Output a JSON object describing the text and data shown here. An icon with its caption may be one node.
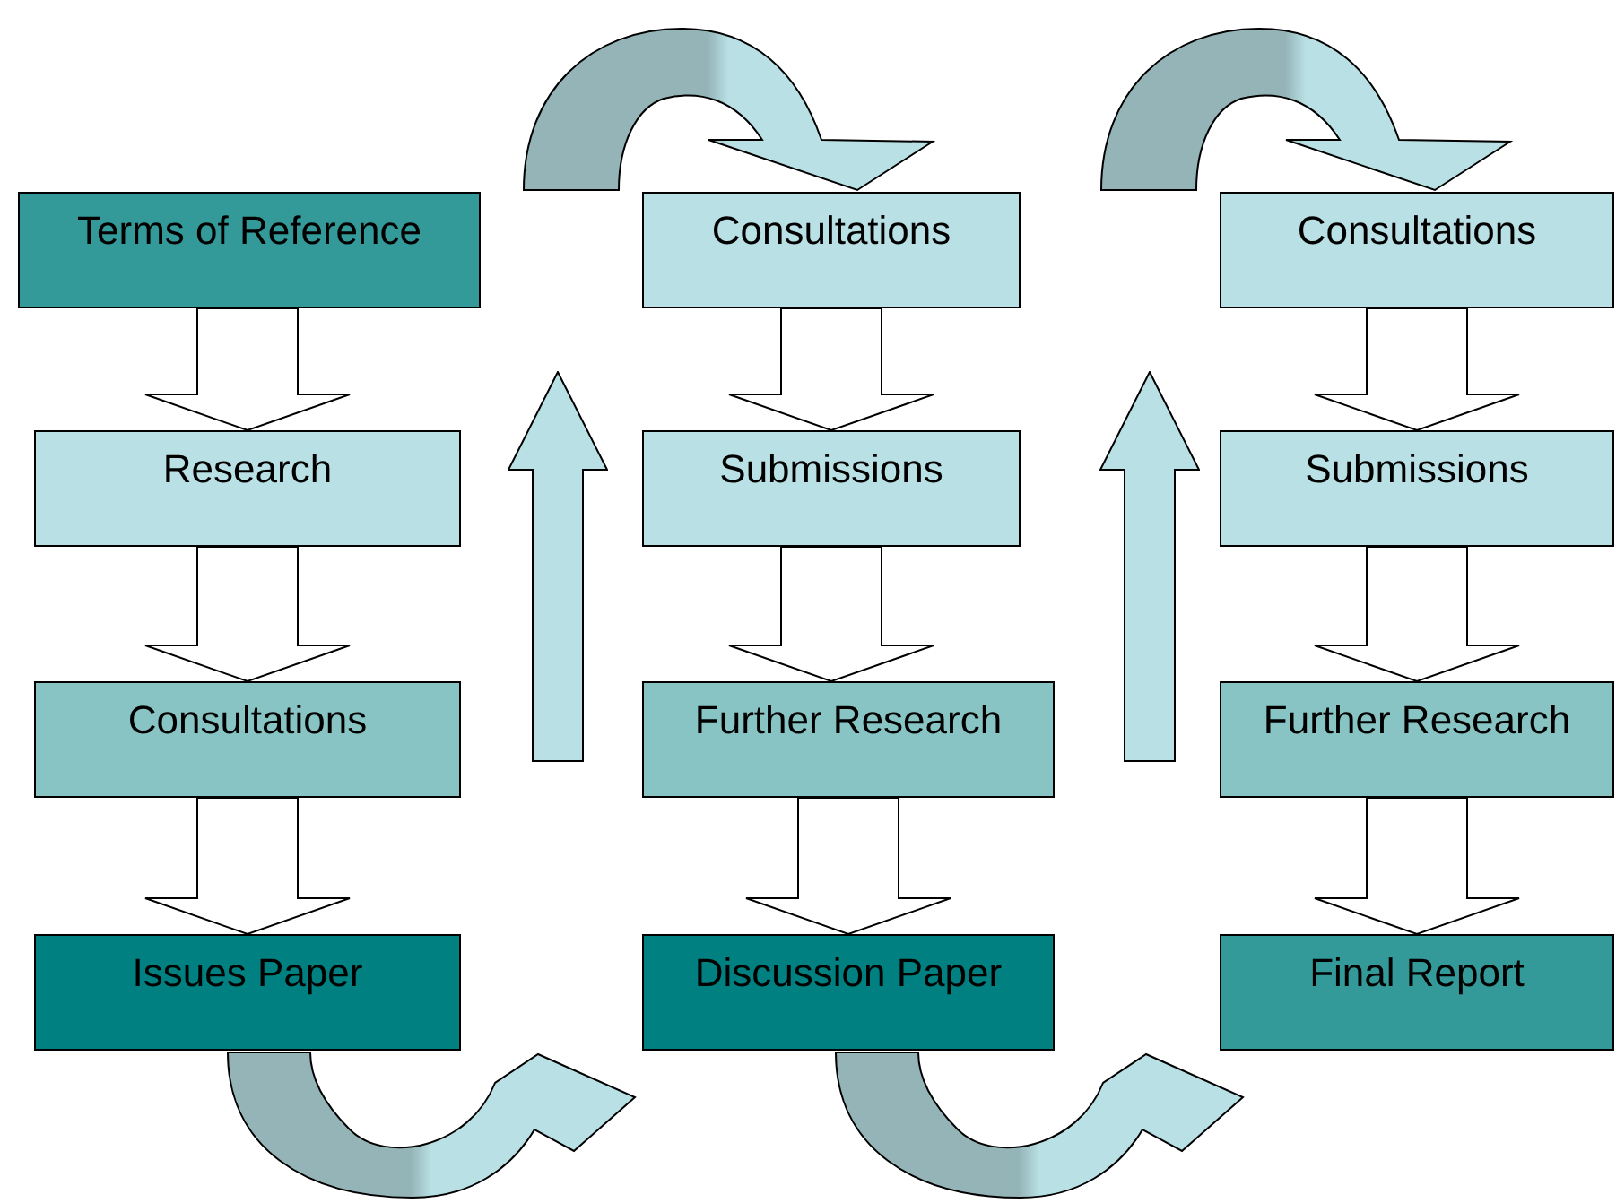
{
  "diagram": {
    "nodes": [
      {
        "text": [
          "Terms of Reference"
        ]
      },
      {
        "text": [
          "Research"
        ]
      },
      {
        "text": [
          "Consultations"
        ]
      },
      {
        "text": [
          "Issues Paper"
        ]
      },
      {
        "text": [
          "Consultations"
        ]
      },
      {
        "text": [
          "Submissions"
        ]
      },
      {
        "text": [
          "Further Research"
        ]
      },
      {
        "text": [
          "Discussion Paper"
        ]
      },
      {
        "text": [
          "Consultations"
        ]
      },
      {
        "text": [
          "Submissions"
        ]
      },
      {
        "text": [
          "Further Research"
        ]
      },
      {
        "text": [
          "Final Report"
        ]
      },
      {
        "text": [],
        "shape": "arrow"
      },
      {
        "text": [],
        "shape": "arrow"
      }
    ],
    "edges": [
      {
        "from": 0,
        "to": 1,
        "arrow": "to"
      },
      {
        "from": 1,
        "to": 2,
        "arrow": "to"
      },
      {
        "from": 2,
        "to": 3,
        "arrow": "to"
      },
      {
        "from": 3,
        "to": null,
        "arrow": "to"
      },
      {
        "from": 12,
        "to": 4,
        "arrow": "to"
      },
      {
        "from": 4,
        "to": 5,
        "arrow": "to"
      },
      {
        "from": 5,
        "to": 6,
        "arrow": "to"
      },
      {
        "from": 6,
        "to": 7,
        "arrow": "to"
      },
      {
        "from": 7,
        "to": null,
        "arrow": "to"
      },
      {
        "from": 13,
        "to": 8,
        "arrow": "to"
      },
      {
        "from": 8,
        "to": 9,
        "arrow": "to"
      },
      {
        "from": 9,
        "to": 10,
        "arrow": "to"
      },
      {
        "from": 10,
        "to": 11,
        "arrow": "to"
      }
    ]
  }
}
